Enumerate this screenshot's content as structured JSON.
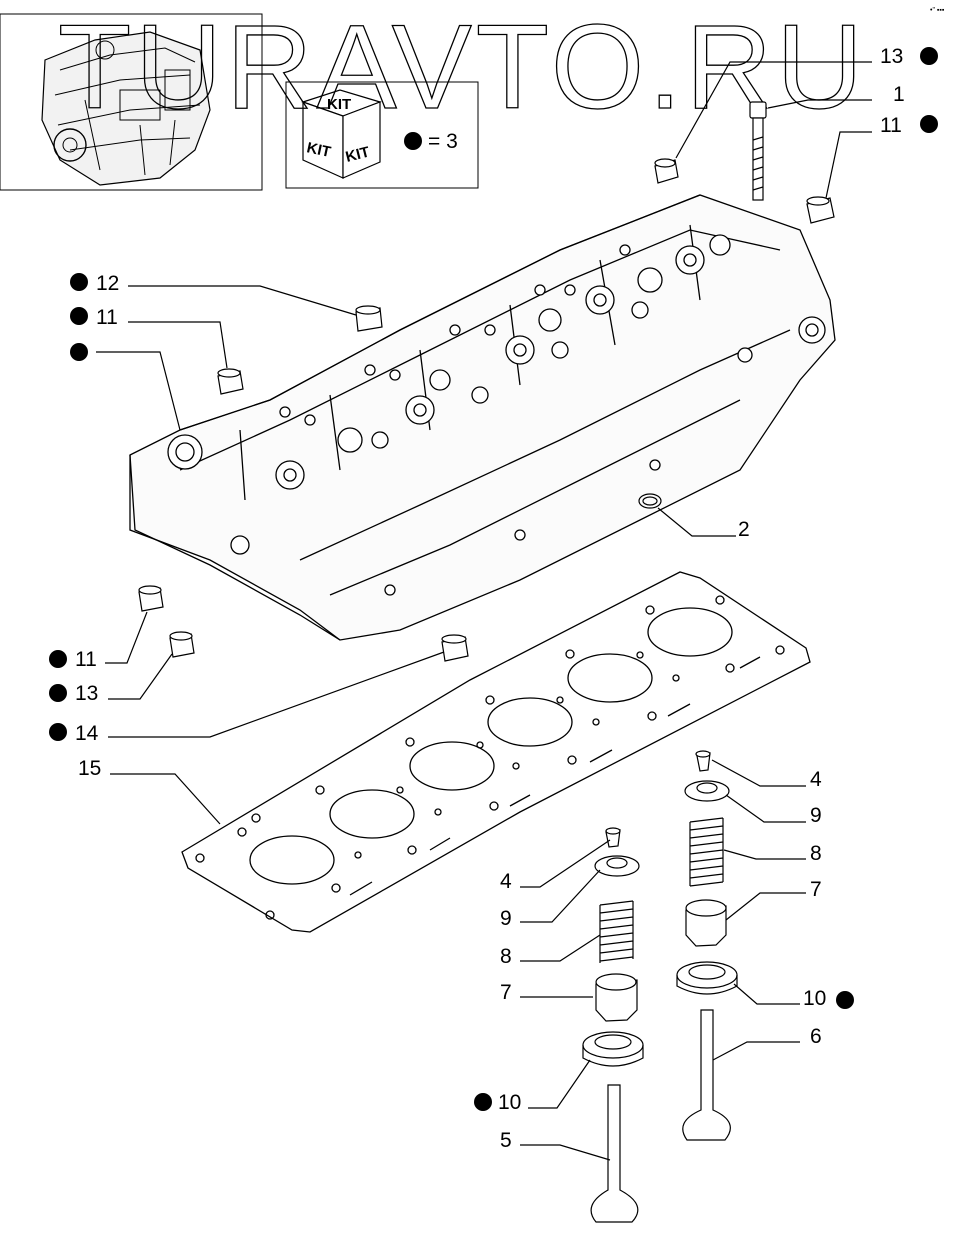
{
  "watermark": "TURAVTO.RU",
  "corner_mark": "•\" ▪▪▪",
  "kit_box": {
    "label": "KIT",
    "legend": "= 3"
  },
  "callouts": {
    "c13_top": "13",
    "c1": "1",
    "c11_top": "11",
    "c12": "12",
    "c11_left": "11",
    "c2": "2",
    "c11_low": "11",
    "c13_low": "13",
    "c14": "14",
    "c15": "15",
    "c4_r": "4",
    "c9_r": "9",
    "c8_r": "8",
    "c7_r": "7",
    "c10_r": "10",
    "c6": "6",
    "c4_l": "4",
    "c9_l": "9",
    "c8_l": "8",
    "c7_l": "7",
    "c10_l": "10",
    "c5": "5"
  }
}
